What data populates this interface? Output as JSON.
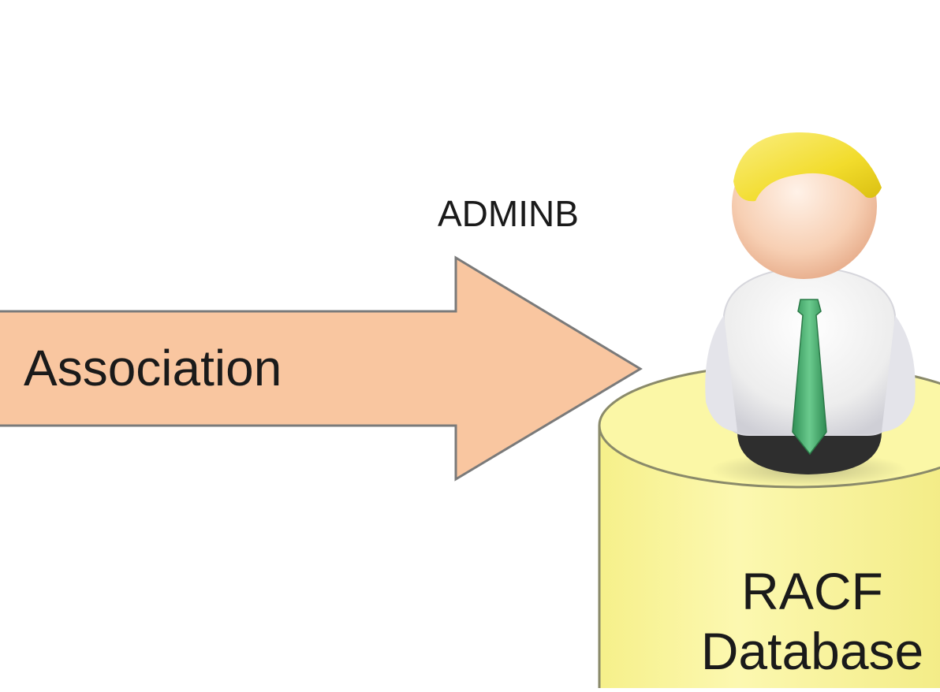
{
  "diagram": {
    "arrow_label": "Association",
    "user_label": "ADMINB",
    "database_label_line1": "RACF",
    "database_label_line2": "Database"
  },
  "icons": {
    "user": "user-icon",
    "database": "database-cylinder-icon",
    "arrow": "arrow-right-icon"
  },
  "colors": {
    "arrow_fill": "#F9C6A0",
    "arrow_stroke": "#7a7a7a",
    "database_fill": "#FAF6A0",
    "hair": "#F2DE3A",
    "skin": "#F9D2B8",
    "shirt": "#EEEEEE",
    "tie": "#3FAA6A"
  }
}
